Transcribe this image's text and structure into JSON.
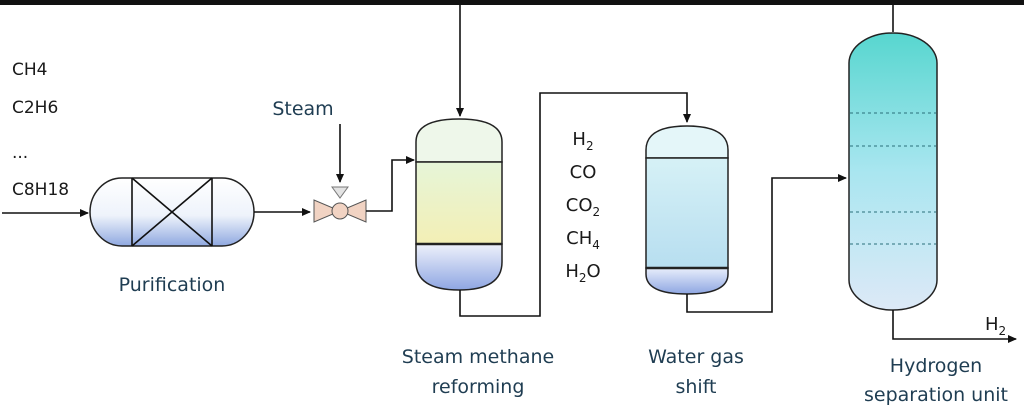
{
  "feed": {
    "components": [
      "CH4",
      "C2H6",
      "...",
      "C8H18"
    ]
  },
  "steam_label": "Steam",
  "units": {
    "purification": "Purification",
    "smr": [
      "Steam methane",
      "reforming"
    ],
    "wgs": [
      "Water gas",
      "shift"
    ],
    "hsu": [
      "Hydrogen",
      "separation unit"
    ]
  },
  "syngas": [
    {
      "base": "H",
      "sub": "2",
      "tail": ""
    },
    {
      "base": "CO",
      "sub": "",
      "tail": ""
    },
    {
      "base": "CO",
      "sub": "2",
      "tail": ""
    },
    {
      "base": "CH",
      "sub": "4",
      "tail": ""
    },
    {
      "base": "H",
      "sub": "2",
      "tail": "O"
    }
  ],
  "product": {
    "base": "H",
    "sub": "2"
  }
}
